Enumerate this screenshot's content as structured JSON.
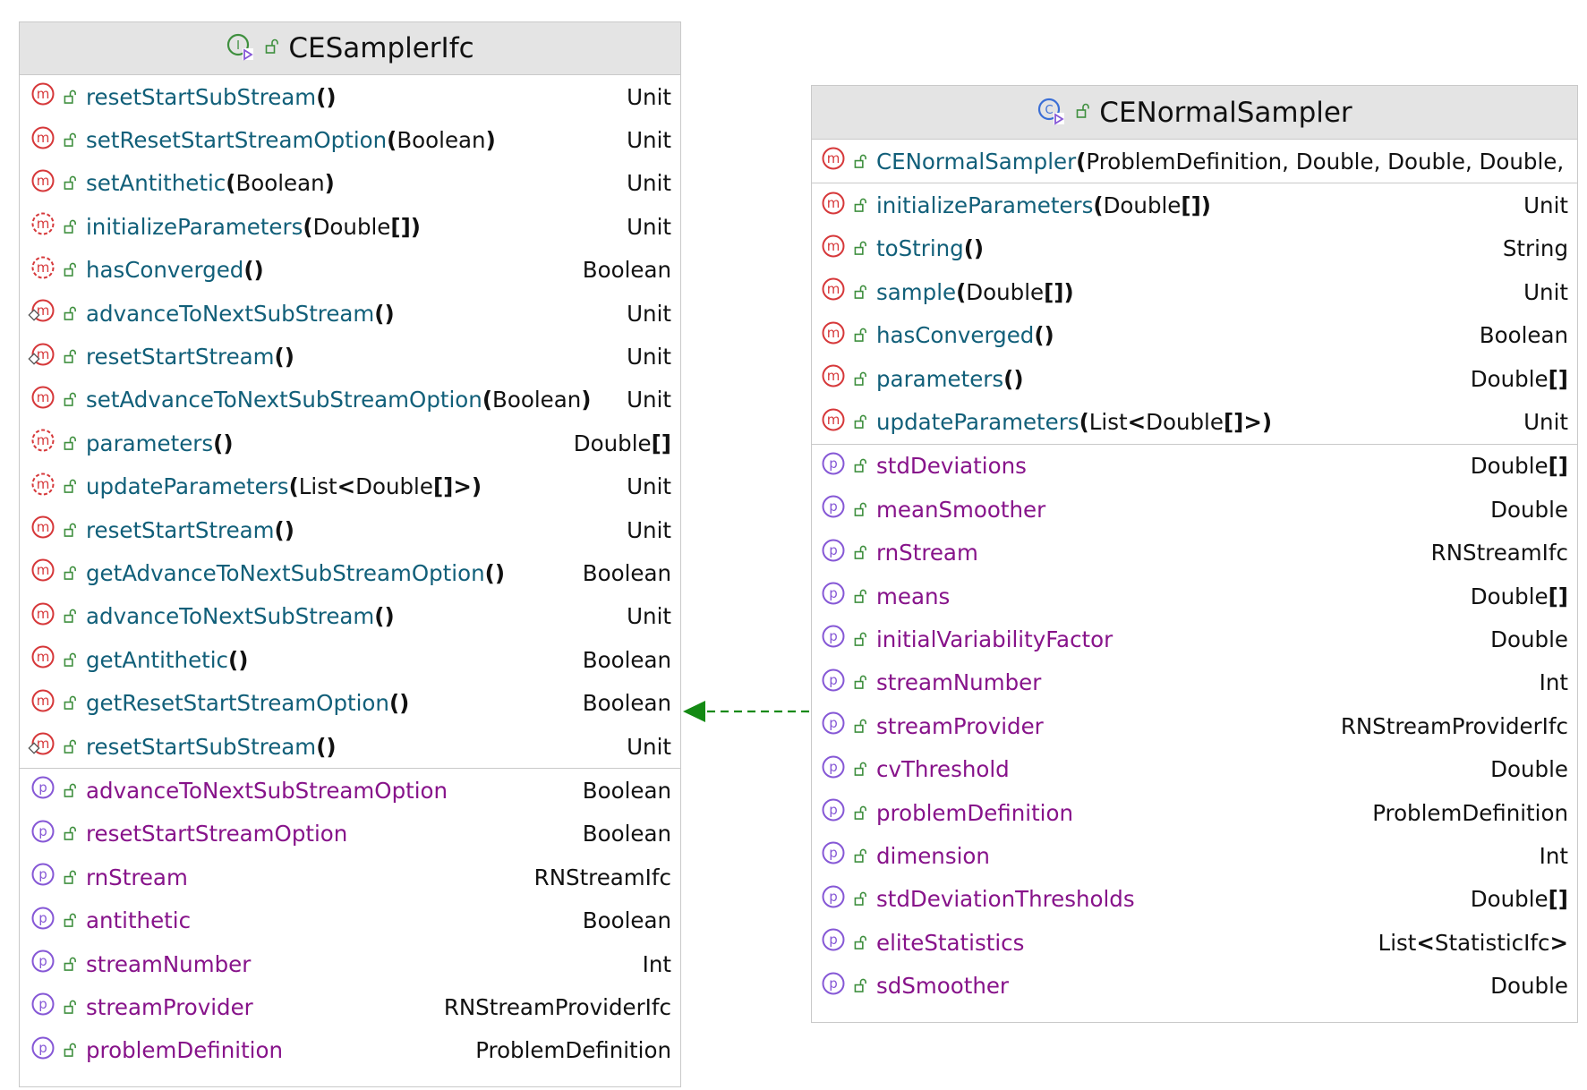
{
  "colors": {
    "method_name": "#115f79",
    "property_name": "#87138a",
    "method_badge": "#d6383a",
    "property_badge": "#8658d6",
    "lock_icon": "#3e8f3e",
    "arrow": "#148a14",
    "header_bg": "#e4e4e4",
    "border": "#c9c9c9"
  },
  "interface": {
    "title": "CESamplerIfc",
    "icon": "interface-icon",
    "methods": [
      {
        "name": "resetStartSubStream",
        "params": "()",
        "ret": "Unit",
        "badge": "method"
      },
      {
        "name": "setResetStartStreamOption",
        "params": "(Boolean)",
        "ret": "Unit",
        "badge": "method"
      },
      {
        "name": "setAntithetic",
        "params": "(Boolean)",
        "ret": "Unit",
        "badge": "method"
      },
      {
        "name": "initializeParameters",
        "params": "(Double[])",
        "ret": "Unit",
        "badge": "abstract"
      },
      {
        "name": "hasConverged",
        "params": "()",
        "ret": "Boolean",
        "badge": "abstract"
      },
      {
        "name": "advanceToNextSubStream",
        "params": "()",
        "ret": "Unit",
        "badge": "override"
      },
      {
        "name": "resetStartStream",
        "params": "()",
        "ret": "Unit",
        "badge": "override"
      },
      {
        "name": "setAdvanceToNextSubStreamOption",
        "params": "(Boolean)",
        "ret": "Unit",
        "badge": "method"
      },
      {
        "name": "parameters",
        "params": "()",
        "ret": "Double[]",
        "badge": "abstract"
      },
      {
        "name": "updateParameters",
        "params": "(List<Double[]>)",
        "ret": "Unit",
        "badge": "abstract"
      },
      {
        "name": "resetStartStream",
        "params": "()",
        "ret": "Unit",
        "badge": "method"
      },
      {
        "name": "getAdvanceToNextSubStreamOption",
        "params": "()",
        "ret": "Boolean",
        "badge": "method"
      },
      {
        "name": "advanceToNextSubStream",
        "params": "()",
        "ret": "Unit",
        "badge": "method"
      },
      {
        "name": "getAntithetic",
        "params": "()",
        "ret": "Boolean",
        "badge": "method"
      },
      {
        "name": "getResetStartStreamOption",
        "params": "()",
        "ret": "Boolean",
        "badge": "method"
      },
      {
        "name": "resetStartSubStream",
        "params": "()",
        "ret": "Unit",
        "badge": "override"
      }
    ],
    "properties": [
      {
        "name": "advanceToNextSubStreamOption",
        "ret": "Boolean"
      },
      {
        "name": "resetStartStreamOption",
        "ret": "Boolean"
      },
      {
        "name": "rnStream",
        "ret": "RNStreamIfc"
      },
      {
        "name": "antithetic",
        "ret": "Boolean"
      },
      {
        "name": "streamNumber",
        "ret": "Int"
      },
      {
        "name": "streamProvider",
        "ret": "RNStreamProviderIfc"
      },
      {
        "name": "problemDefinition",
        "ret": "ProblemDefinition"
      }
    ]
  },
  "class": {
    "title": "CENormalSampler",
    "icon": "class-icon",
    "constructors": [
      {
        "name": "CENormalSampler",
        "params": "(ProblemDefinition, Double, Double, Double,",
        "ret": "",
        "badge": "method"
      }
    ],
    "methods": [
      {
        "name": "initializeParameters",
        "params": "(Double[])",
        "ret": "Unit",
        "badge": "method"
      },
      {
        "name": "toString",
        "params": "()",
        "ret": "String",
        "badge": "method"
      },
      {
        "name": "sample",
        "params": "(Double[])",
        "ret": "Unit",
        "badge": "method"
      },
      {
        "name": "hasConverged",
        "params": "()",
        "ret": "Boolean",
        "badge": "method"
      },
      {
        "name": "parameters",
        "params": "()",
        "ret": "Double[]",
        "badge": "method"
      },
      {
        "name": "updateParameters",
        "params": "(List<Double[]>)",
        "ret": "Unit",
        "badge": "method"
      }
    ],
    "properties": [
      {
        "name": "stdDeviations",
        "ret": "Double[]"
      },
      {
        "name": "meanSmoother",
        "ret": "Double"
      },
      {
        "name": "rnStream",
        "ret": "RNStreamIfc"
      },
      {
        "name": "means",
        "ret": "Double[]"
      },
      {
        "name": "initialVariabilityFactor",
        "ret": "Double"
      },
      {
        "name": "streamNumber",
        "ret": "Int"
      },
      {
        "name": "streamProvider",
        "ret": "RNStreamProviderIfc"
      },
      {
        "name": "cvThreshold",
        "ret": "Double"
      },
      {
        "name": "problemDefinition",
        "ret": "ProblemDefinition"
      },
      {
        "name": "dimension",
        "ret": "Int"
      },
      {
        "name": "stdDeviationThresholds",
        "ret": "Double[]"
      },
      {
        "name": "eliteStatistics",
        "ret": "List<StatisticIfc>"
      },
      {
        "name": "sdSmoother",
        "ret": "Double"
      }
    ]
  },
  "relation": {
    "type": "realization",
    "from": "CENormalSampler",
    "to": "CESamplerIfc"
  }
}
